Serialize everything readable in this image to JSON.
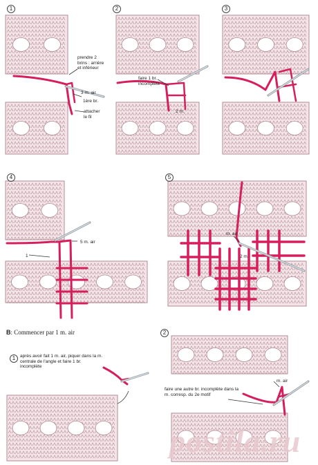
{
  "colors": {
    "motif_fill": "#f4e4e8",
    "motif_line": "#b08a93",
    "yarn": "#d61e5c",
    "hook": "#9aa2a8"
  },
  "steps": {
    "s1": {
      "num": "1",
      "take_loops": "prendre 2 brins : arrière et inférieur",
      "chain": "3 m. air",
      "dc": "1ère br.",
      "attach": "attacher le fil"
    },
    "s2": {
      "num": "2",
      "incomplete": "faire 1 br. incomplète",
      "chain": "2 m."
    },
    "s3": {
      "num": "3"
    },
    "s4": {
      "num": "4",
      "chain": "5 m. air",
      "one": "1"
    },
    "s5": {
      "num": "5",
      "chain": "m. air",
      "chain2": "2 m."
    },
    "b1": {
      "num": "1",
      "text": "après avoir fait 1 m. air, piquer dans la m. centrale de l'angle et faire 1 br. incomplète"
    },
    "b2": {
      "num": "2",
      "chain": "m. air",
      "text": "faire une autre br. incomplète dans la m. corresp. du 2e motif"
    }
  },
  "section_b": {
    "letter": "B",
    "text": ": Commencer par 1 m. air"
  },
  "watermark": "postila.ru"
}
